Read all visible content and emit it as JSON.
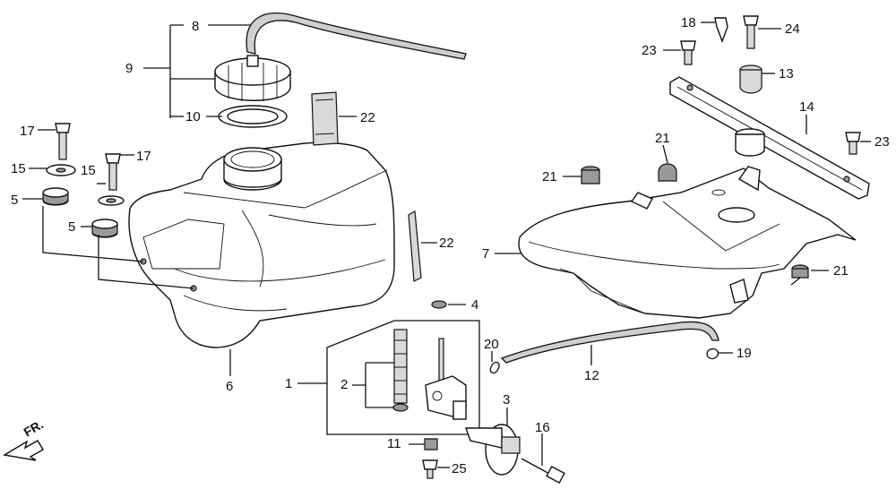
{
  "diagram": {
    "direction_label": "FR.",
    "callouts": [
      "1",
      "2",
      "3",
      "4",
      "5",
      "5",
      "6",
      "7",
      "8",
      "9",
      "10",
      "11",
      "12",
      "13",
      "14",
      "15",
      "15",
      "16",
      "17",
      "17",
      "18",
      "19",
      "20",
      "21",
      "21",
      "21",
      "22",
      "22",
      "23",
      "23",
      "24",
      "25"
    ],
    "parts": {
      "fuel_tank": "6",
      "tank_cap": "9",
      "cap_breather_tube": "8",
      "cap_gasket": "10",
      "tank_band_upper": "22",
      "tank_band_side": "22",
      "fuel_valve_assy": "1",
      "strainer_screen": "2",
      "valve_lever_knob": "3",
      "valve_mount_nut": "4",
      "fuel_tube": "12",
      "tube_clip_left": "20",
      "tube_clip_right": "19",
      "tank_tray": "7",
      "tray_stay": "14",
      "stay_rubber": "13",
      "grommet_upper": "21",
      "grommet_left": "21",
      "grommet_right": "21",
      "bolt_left": "17",
      "bolt_right": "17",
      "washer_left": "15",
      "washer_right": "15",
      "cushion_left": "5",
      "cushion_right": "5",
      "bolt_16": "16",
      "bolt_23_top": "23",
      "bolt_23_right": "23",
      "bolt_24": "24",
      "clip_18": "18",
      "collar_11": "11",
      "bolt_25": "25"
    }
  }
}
